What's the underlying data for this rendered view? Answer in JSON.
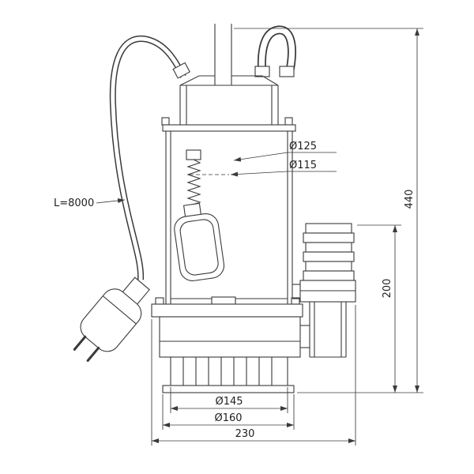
{
  "meta": {
    "type": "technical-drawing",
    "subject": "submersible drainage pump, front view with dimensions"
  },
  "labels": {
    "cable_length": "L=8000",
    "top_diameter": "Ø125",
    "inner_diameter": "Ø115",
    "total_height": "440",
    "outlet_height": "200",
    "strainer_diameter": "Ø145",
    "base_diameter": "Ø160",
    "total_width": "230"
  },
  "colors": {
    "line": "#3a3a3a",
    "text": "#1f1f1f",
    "background": "#ffffff"
  }
}
